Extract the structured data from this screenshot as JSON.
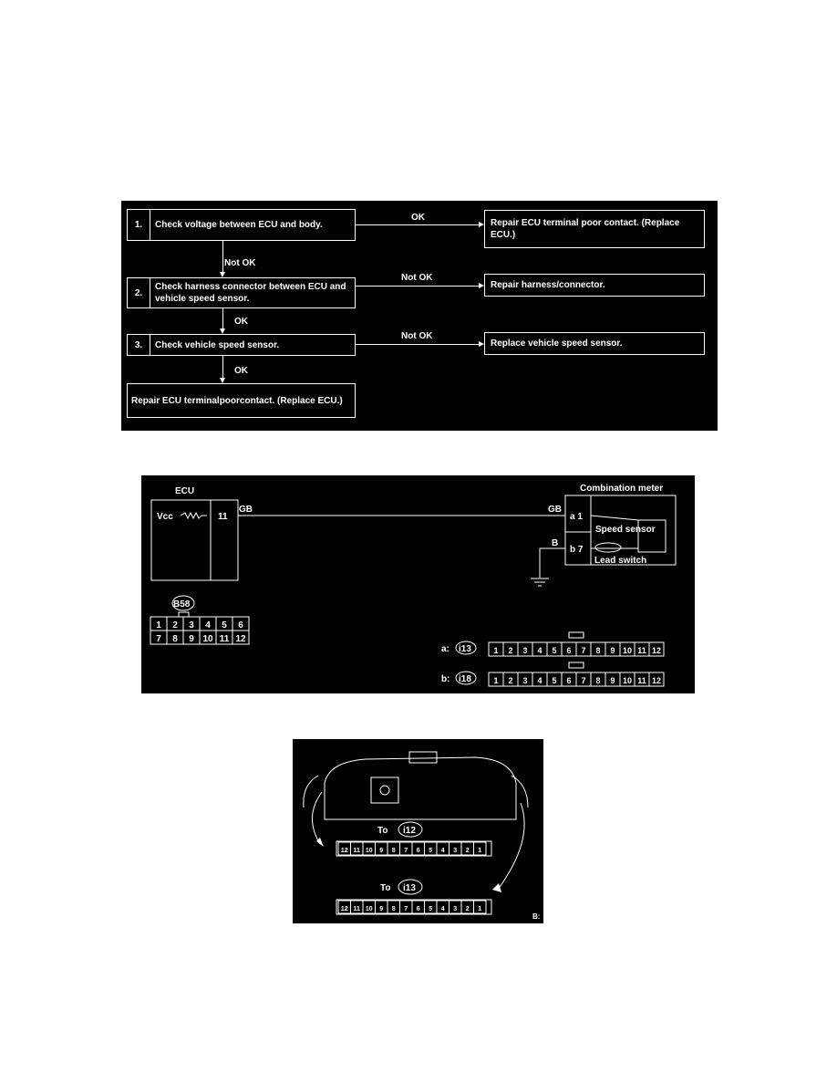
{
  "flowchart": {
    "steps": [
      {
        "num": "1.",
        "text": "Check voltage between ECU and body."
      },
      {
        "num": "2.",
        "text": "Check harness connector between ECU and vehicle speed sensor."
      },
      {
        "num": "3.",
        "text": "Check vehicle speed sensor."
      }
    ],
    "final": "Repair ECU terminalpoorcontact. (Replace ECU.)",
    "results": [
      {
        "label": "OK",
        "text": "Repair ECU terminal poor contact. (Replace ECU.)"
      },
      {
        "label": "Not OK",
        "text": "Repair harness/connector."
      },
      {
        "label": "Not OK",
        "text": "Replace vehicle speed sensor."
      }
    ],
    "down_labels": [
      "Not OK",
      "OK",
      "OK"
    ]
  },
  "wiring": {
    "ecu_label": "ECU",
    "vcc": "Vcc",
    "terminal": "11",
    "wire_gb_left": "GB",
    "wire_gb_right": "GB",
    "wire_b": "B",
    "meter_title": "Combination meter",
    "pin_a1": "a 1",
    "pin_b7": "b 7",
    "speed_sensor": "Speed sensor",
    "lead_switch": "Lead switch",
    "conn_b58": "B58",
    "b58_pins": [
      "1",
      "2",
      "3",
      "4",
      "5",
      "6",
      "7",
      "8",
      "9",
      "10",
      "11",
      "12"
    ],
    "conn_a_prefix": "a:",
    "conn_a_id": "i13",
    "conn_b_prefix": "b:",
    "conn_b_id": "i18",
    "row_pins": [
      "1",
      "2",
      "3",
      "4",
      "5",
      "6",
      "7",
      "8",
      "9",
      "10",
      "11",
      "12"
    ]
  },
  "meter": {
    "to_label_1": "To",
    "conn_1": "i12",
    "to_label_2": "To",
    "conn_2": "i13",
    "row_pins": [
      "12",
      "11",
      "10",
      "9",
      "8",
      "7",
      "6",
      "5",
      "4",
      "3",
      "2",
      "1"
    ],
    "corner_code": "B:"
  }
}
